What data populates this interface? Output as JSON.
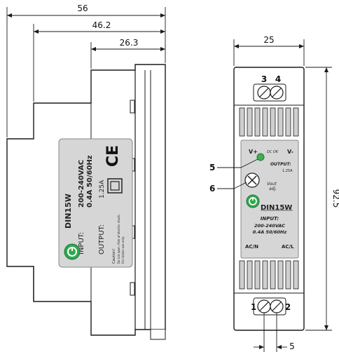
{
  "dimensions": {
    "total_depth": "56",
    "depth_mid": "46.2",
    "depth_front": "26.3",
    "width": "25",
    "height": "92.5",
    "terminal_pitch": "5"
  },
  "side_label": {
    "model": "DIN15W",
    "input_label": "INPUT:",
    "input_voltage": "200-240VAC",
    "input_current": "0.4A  50/60Hz",
    "output_label": "OUTPUT:",
    "output_value": "1.25A",
    "caution_1": "Caution!",
    "caution_2": "Do not open. Risk of electric shock.",
    "caution_3": "For indoor use only.",
    "ce_mark": "CE"
  },
  "front_panel": {
    "terminal_top_1": "3",
    "terminal_top_2": "4",
    "terminal_bottom_1": "1",
    "terminal_bottom_2": "2",
    "v_plus": "V+",
    "v_minus": "V-",
    "dc_ok": "DC OK",
    "output_label": "OUTPUT:",
    "output_value": "1.25A",
    "vout_line1": "Vout",
    "vout_line2": "adj.",
    "model": "DIN15W",
    "input_label": "INPUT:",
    "input_voltage": "200-240VAC",
    "input_current": "0.4A 50/60Hz",
    "ac_n": "AC/N",
    "ac_l": "AC/L"
  },
  "callouts": {
    "led": "5",
    "potentiometer": "6"
  },
  "colors": {
    "line": "#1a1a1a",
    "label_bg": "#d6d6d6",
    "logo_green": "#2fa84f",
    "led_green": "#3fb04a",
    "rib_grey": "#cfcfcf"
  }
}
